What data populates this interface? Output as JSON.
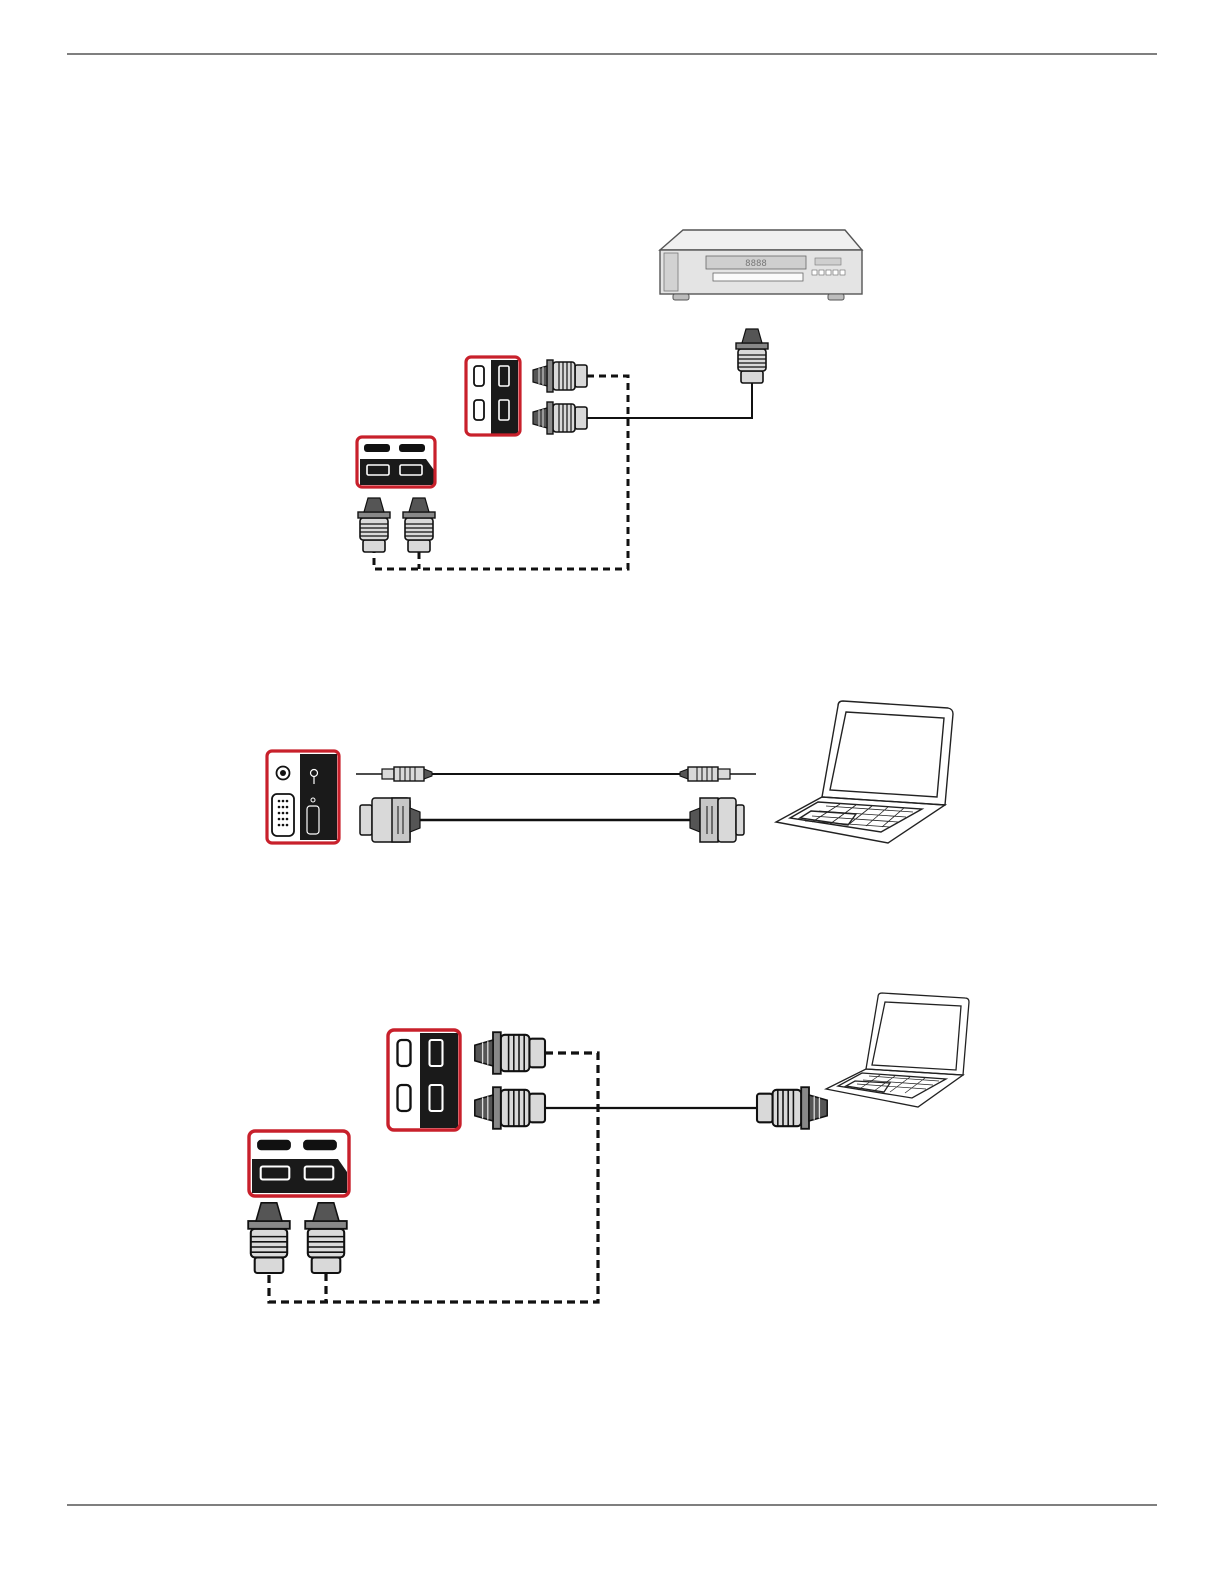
{
  "colors": {
    "highlight": "#c8202b",
    "port_panel": "#1a1a1a",
    "line": "#111111",
    "device_body": "#e4e4e4",
    "device_shadow": "#bdbdbd",
    "connector_fill": "#d9d9d9"
  },
  "page": {
    "rules": [
      "header-rule",
      "footer-rule"
    ]
  },
  "diagrams": [
    {
      "id": "dvd-player-hdmi",
      "source_device": "dvd-player-icon",
      "source_label": "8888",
      "cable": "hdmi-cable",
      "ports": [
        "hdmi-port-panel-right",
        "hdmi-port-panel-bottom"
      ]
    },
    {
      "id": "pc-vga-audio",
      "source_device": "laptop-icon",
      "cable": [
        "audio-cable",
        "vga-cable"
      ],
      "ports": [
        "audio-vga-port-panel"
      ]
    },
    {
      "id": "pc-hdmi",
      "source_device": "laptop-icon",
      "cable": "hdmi-cable",
      "ports": [
        "hdmi-port-panel-right",
        "hdmi-port-panel-bottom"
      ]
    }
  ]
}
